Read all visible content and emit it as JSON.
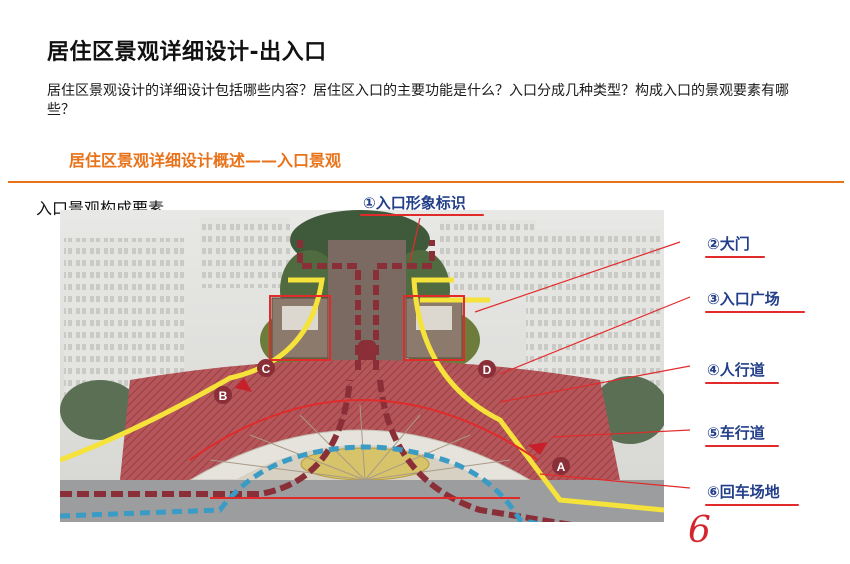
{
  "slide": {
    "title": "居住区景观详细设计-出入口",
    "question": "居住区景观设计的详细设计包括哪些内容？居住区入口的主要功能是什么？入口分成几种类型？构成入口的景观要素有哪些？",
    "subtitle": "居住区景观详细设计概述——入口景观",
    "section_label": "入口景观构成要素",
    "handwritten_note": "6"
  },
  "callouts": [
    {
      "label": "①入口形象标识"
    },
    {
      "label": "②大门"
    },
    {
      "label": "③入口广场"
    },
    {
      "label": "④人行道"
    },
    {
      "label": "⑤车行道"
    },
    {
      "label": "⑥回车场地"
    }
  ],
  "markers": [
    {
      "label": "A"
    },
    {
      "label": "B"
    },
    {
      "label": "C"
    },
    {
      "label": "D"
    }
  ],
  "colors": {
    "accent_orange": "#e8731b",
    "callout_blue": "#233f8a",
    "annotation_red": "#e12b2b",
    "pedestrian_yellow": "#f5e23a",
    "vehicle_maroon": "#8a2f37",
    "service_teal": "#3a9bc4"
  }
}
